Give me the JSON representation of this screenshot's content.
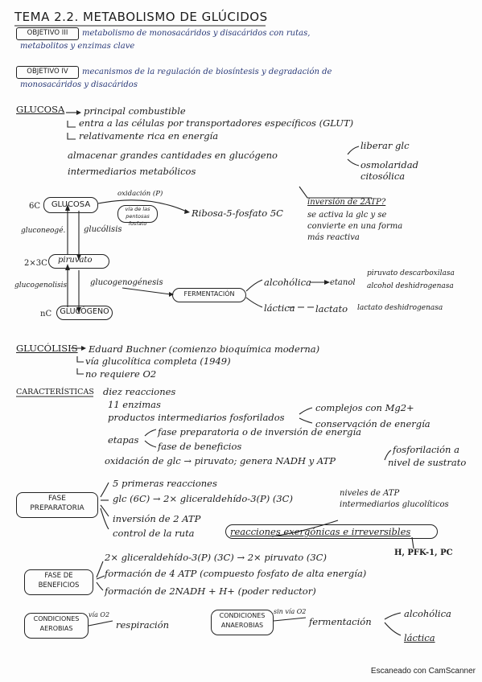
{
  "title": "TEMA 2.2. METABOLISMO DE GLÚCIDOS",
  "objetivos": [
    {
      "label": "OBJETIVO III",
      "line1": "metabolismo de monosacáridos y disacáridos con rutas,",
      "line2": "metabolitos y enzimas clave"
    },
    {
      "label": "OBJETIVO IV",
      "line1": "mecanismos de la regulación de biosíntesis y degradación de",
      "line2": "monosacáridos y disacáridos"
    }
  ],
  "glucosa": {
    "heading": "GLUCOSA",
    "items": [
      "principal combustible",
      "entra a las células por transportadores específicos (GLUT)",
      "relativamente rica en energía",
      "almacenar grandes cantidades en glucógeno",
      "intermediarios metabólicos"
    ],
    "branch": [
      "liberar glc",
      "osmolaridad citosólica"
    ]
  },
  "diagram": {
    "glucosa_box": "GLUCOSA",
    "glucosa_carbon": "6C",
    "piruvato_box": "piruvato",
    "piruvato_carbon": "2×3C",
    "glucogeno_box": "GLUCÓGENO",
    "glucogeno_carbon": "nC",
    "glucolisis": "glucólisis",
    "gluconeogenesis": "gluconeogé.",
    "glucogenolisis": "glucogenolisis",
    "glucogenogenesis": "glucogenogénesis",
    "oxidacion": "oxidación (P)",
    "pentosas": "vía de las pentosas fosfato",
    "ribosa": "Ribosa-5-fosfato 5C",
    "fermentacion_box": "FERMENTACIÓN",
    "alcoholica": "alcohólica",
    "etanol": "etanol",
    "lactica": "láctica",
    "lactato": "lactato",
    "lactato_enzyme": "lactato deshidrogenasa",
    "piruvato_enzyme": "piruvato descarboxilasa",
    "alcohol_enzyme": "alcohol deshidrogenasa"
  },
  "inversion": {
    "title": "inversión de 2ATP?",
    "line1": "se activa la glc y se",
    "line2": "convierte en una forma",
    "line3": "más reactiva"
  },
  "glucolisis": {
    "heading": "GLUCÓLISIS",
    "line1": "Eduard Buchner (comienzo bioquímica moderna)",
    "line2": "vía glucolítica completa (1949)",
    "line3": "no requiere O2"
  },
  "caracteristicas": {
    "heading": "CARACTERÍSTICAS",
    "reacciones": "diez reacciones",
    "enzimas": "11 enzimas",
    "productos": "productos intermediarios fosforilados",
    "prod_branch": [
      "complejos con Mg2+",
      "conservación de energía"
    ],
    "etapas": "etapas",
    "etapa1": "fase preparatoria o de inversión de energía",
    "etapa2": "fase de beneficios",
    "oxidacion": "oxidación de glc → piruvato; genera NADH y ATP",
    "fosforilacion1": "fosforilación a",
    "fosforilacion2": "nivel de sustrato"
  },
  "fase_preparatoria": {
    "box": "FASE PREPARATORIA",
    "items": [
      "5 primeras reacciones",
      "glc (6C) → 2× gliceraldehído-3(P) (3C)",
      "inversión de 2 ATP",
      "control de la ruta"
    ],
    "reacciones": "reacciones exergónicas e irreversibles",
    "niveles1": "niveles de ATP",
    "niveles2": "intermediarios glucolíticos",
    "enzimas": "H, PFK-1, PC"
  },
  "fase_beneficios": {
    "box": "FASE DE BENEFICIOS",
    "items": [
      "2× gliceraldehído-3(P) (3C) → 2× piruvato (3C)",
      "formación de 4 ATP (compuesto fosfato de alta energía)",
      "formación de 2NADH + H+ (poder reductor)"
    ]
  },
  "condiciones": {
    "aerobias_box": "CONDICIONES AEROBIAS",
    "aerobias_arrow": "vía O2",
    "respiracion": "respiración",
    "anaerobias_box": "CONDICIONES ANAEROBIAS",
    "anaerobias_arrow": "sin vía O2",
    "fermentacion": "fermentación",
    "alcoholica": "alcohólica",
    "lactica": "láctica"
  },
  "footer": "Escaneado con CamScanner"
}
